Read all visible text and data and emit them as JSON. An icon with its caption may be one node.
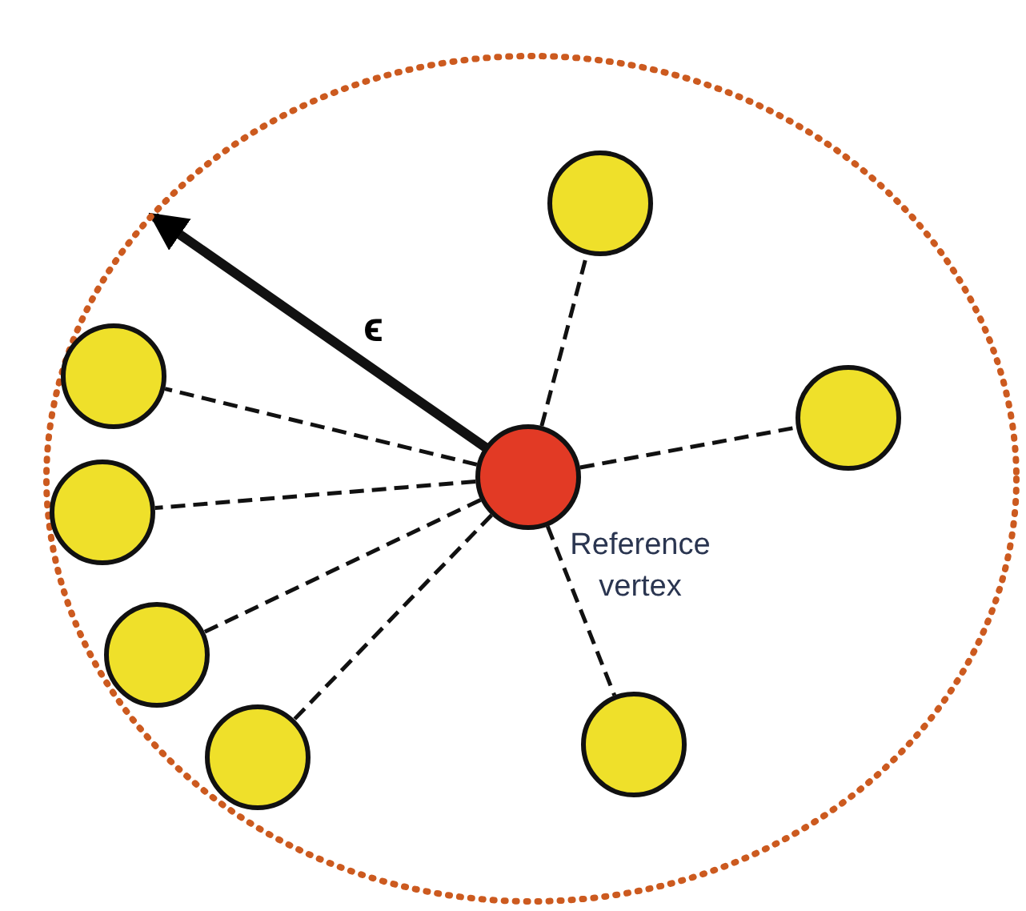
{
  "diagram": {
    "nodes": [
      {
        "text": [],
        "shape": "ellipse"
      },
      {
        "text": [],
        "shape": "circle",
        "beside": [
          "Reference vertex"
        ],
        "in": 0
      },
      {
        "text": [],
        "shape": "circle",
        "in": 0
      },
      {
        "text": [],
        "shape": "circle",
        "in": 0
      },
      {
        "text": [],
        "shape": "circle",
        "in": 0
      },
      {
        "text": [],
        "shape": "circle",
        "in": 0
      },
      {
        "text": [],
        "shape": "circle",
        "in": 0
      },
      {
        "text": [],
        "shape": "circle",
        "in": 0
      },
      {
        "text": [],
        "shape": "circle",
        "in": 0
      }
    ],
    "edges": [
      {
        "from": 1,
        "to": 0,
        "arrow": "to",
        "style": "thick",
        "label": "ϵ"
      },
      {
        "from": 1,
        "to": 2,
        "arrow": "none",
        "style": "dashed"
      },
      {
        "from": 1,
        "to": 3,
        "arrow": "none",
        "style": "dashed"
      },
      {
        "from": 1,
        "to": 4,
        "arrow": "none",
        "style": "dashed"
      },
      {
        "from": 1,
        "to": 5,
        "arrow": "none",
        "style": "dashed"
      },
      {
        "from": 1,
        "to": 6,
        "arrow": "none",
        "style": "dashed"
      },
      {
        "from": 1,
        "to": 7,
        "arrow": "none",
        "style": "dashed"
      },
      {
        "from": 1,
        "to": 8,
        "arrow": "none",
        "style": "dashed"
      }
    ]
  }
}
